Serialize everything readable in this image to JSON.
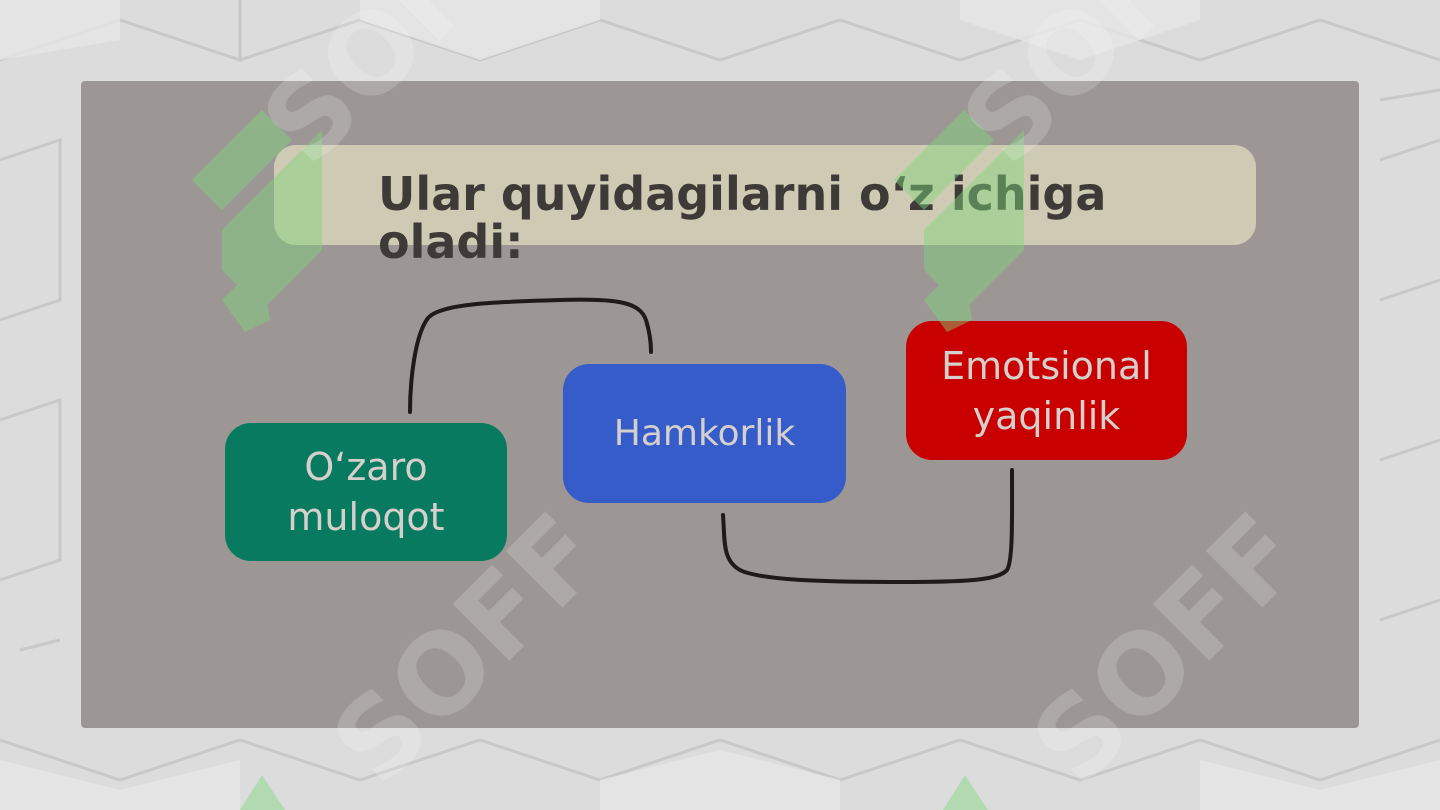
{
  "title": "Ular quyidagilarni o‘z ichiga oladi:",
  "boxes": {
    "a": "O‘zaro muloqot",
    "b": "Hamkorlik",
    "c": "Emotsional yaqinlik"
  },
  "watermark": {
    "text": "SOFF",
    "brand_color": "#7ed67a"
  },
  "colors": {
    "box_a": "#087a5f",
    "box_b": "#355cc9",
    "box_c": "#c90000",
    "slide_bg": "#9c9794",
    "title_bar": "#cfcab3"
  }
}
